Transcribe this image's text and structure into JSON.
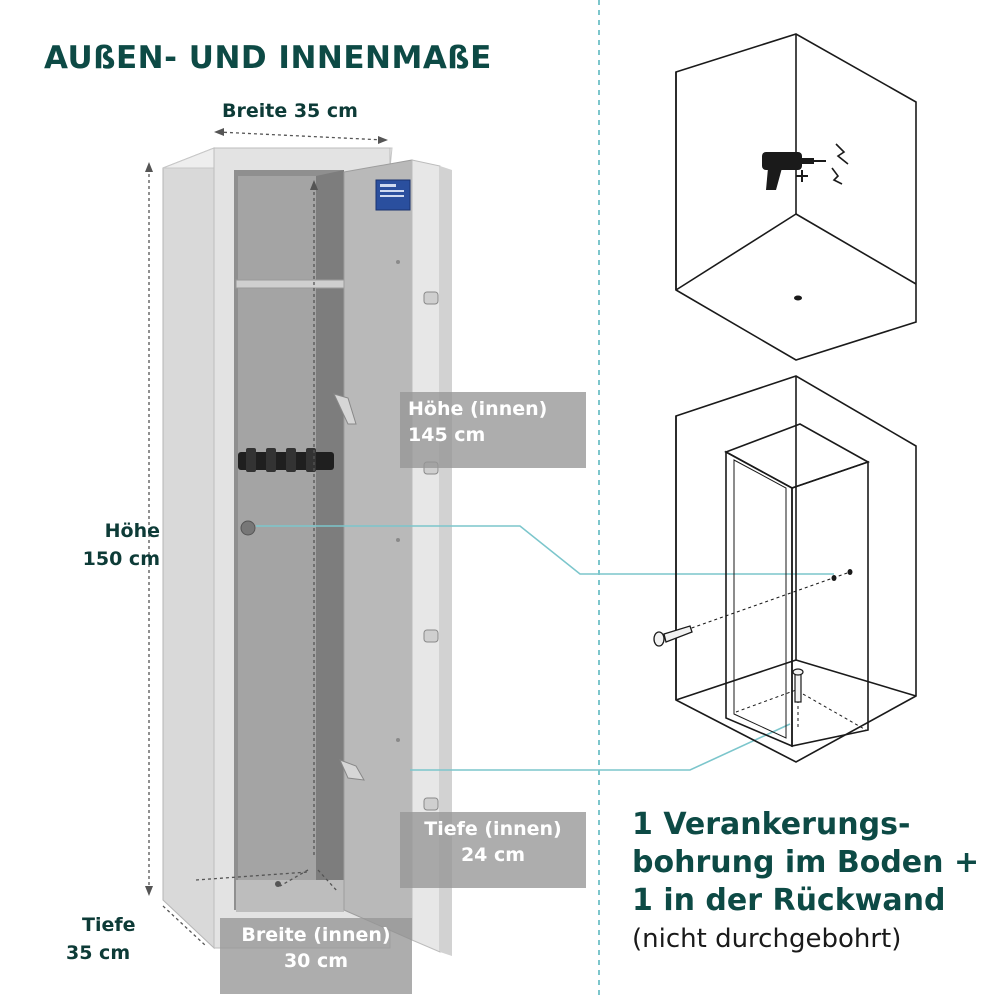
{
  "title": "AUßEN- UND INNENMAßE",
  "outer": {
    "width": "Breite 35 cm",
    "height_label": "Höhe",
    "height_value": "150 cm",
    "depth_label": "Tiefe",
    "depth_value": "35 cm"
  },
  "inner": {
    "height_label": "Höhe (innen)",
    "height_value": "145 cm",
    "depth_label": "Tiefe (innen)",
    "depth_value": "24 cm",
    "width_label": "Breite (innen)",
    "width_value": "30 cm"
  },
  "caption": {
    "line1": "1 Verankerungs-",
    "line2": "bohrung im Boden +",
    "line3": "1 in der Rückwand",
    "line4": "(nicht durchgebohrt)"
  },
  "colors": {
    "title": "#0d4a45",
    "accent_line": "#7cc6cc",
    "label_box": "#969696"
  },
  "icons": [
    "drill-icon",
    "bolt-icon",
    "anchor-bolt-icon"
  ]
}
